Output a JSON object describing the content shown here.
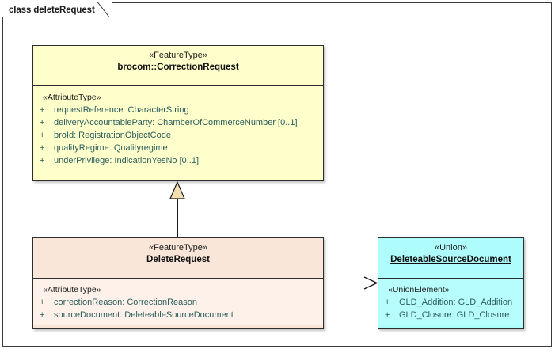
{
  "frame": {
    "tab_label": "class deleteRequest"
  },
  "colors": {
    "feature_type_fill": "#FFFFCC",
    "delete_request_fill": "#FAE6D8",
    "union_fill": "#AEFCFC",
    "attribute_text": "#2A5D5D",
    "line": "#1A1A1A",
    "generalization_fill": "#F5DEB3"
  },
  "classes": [
    {
      "id": "correction-request",
      "stereotype": "«FeatureType»",
      "name": "brocom::CorrectionRequest",
      "underlined": false,
      "compartment_stereotype": "«AttributeType»",
      "attributes": [
        {
          "visibility": "+",
          "text": "requestReference: CharacterString"
        },
        {
          "visibility": "+",
          "text": "deliveryAccountableParty: ChamberOfCommerceNumber [0..1]"
        },
        {
          "visibility": "+",
          "text": "broId: RegistrationObjectCode"
        },
        {
          "visibility": "+",
          "text": "qualityRegime: Qualityregime"
        },
        {
          "visibility": "+",
          "text": "underPrivilege: IndicationYesNo [0..1]"
        }
      ]
    },
    {
      "id": "delete-request",
      "stereotype": "«FeatureType»",
      "name": "DeleteRequest",
      "underlined": false,
      "compartment_stereotype": "«AttributeType»",
      "attributes": [
        {
          "visibility": "+",
          "text": "correctionReason: CorrectionReason"
        },
        {
          "visibility": "+",
          "text": "sourceDocument: DeleteableSourceDocument"
        }
      ]
    },
    {
      "id": "deleteable-source-document",
      "stereotype": "«Union»",
      "name": "DeleteableSourceDocument",
      "underlined": true,
      "compartment_stereotype": "«UnionElement»",
      "attributes": [
        {
          "visibility": "+",
          "text": "GLD_Addition: GLD_Addition"
        },
        {
          "visibility": "+",
          "text": "GLD_Closure: GLD_Closure"
        }
      ]
    }
  ],
  "connectors": [
    {
      "id": "generalization",
      "type": "generalization",
      "from": "DeleteRequest",
      "to": "brocom::CorrectionRequest",
      "style": "solid-line-hollow-triangle"
    },
    {
      "id": "dependency",
      "type": "dependency",
      "from": "DeleteRequest",
      "to": "DeleteableSourceDocument",
      "style": "dashed-line-open-arrow"
    }
  ]
}
